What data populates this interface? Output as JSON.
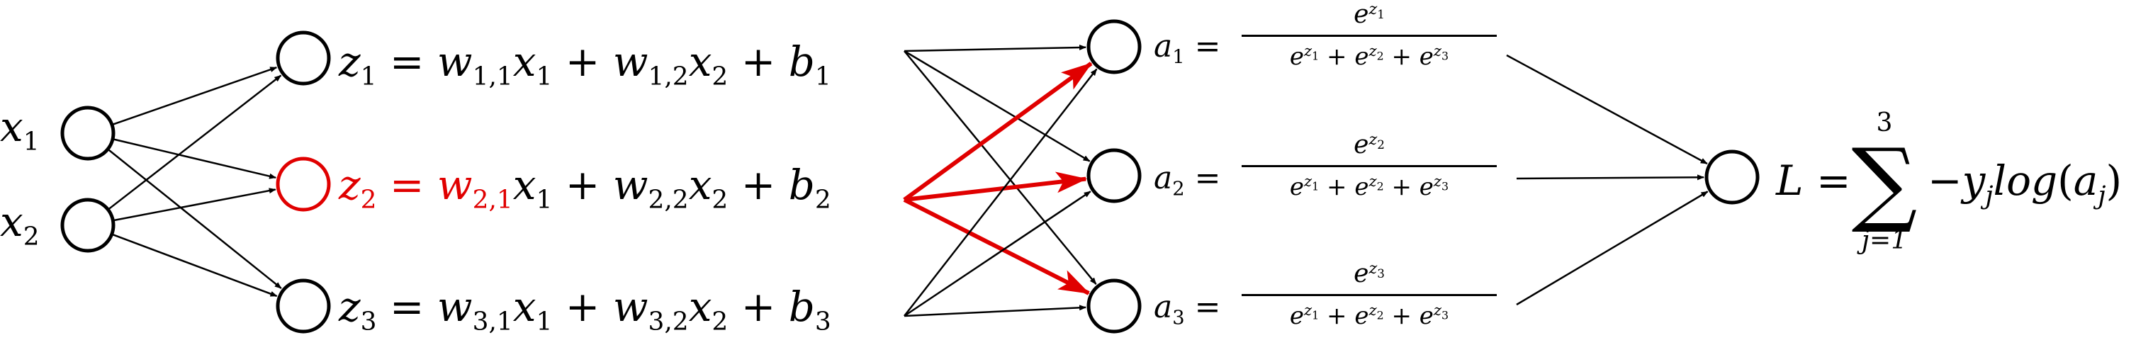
{
  "inputs": [
    {
      "var": "x",
      "sub": "1"
    },
    {
      "var": "x",
      "sub": "2"
    }
  ],
  "hidden": [
    {
      "lhs": {
        "var": "z",
        "sub": "1"
      },
      "terms": [
        {
          "w": "w",
          "wsub": "1,1",
          "x": "x",
          "xsub": "1"
        },
        {
          "w": "w",
          "wsub": "1,2",
          "x": "x",
          "xsub": "2"
        }
      ],
      "bias": {
        "var": "b",
        "sub": "1"
      }
    },
    {
      "lhs": {
        "var": "z",
        "sub": "2"
      },
      "terms": [
        {
          "w": "w",
          "wsub": "2,1",
          "x": "x",
          "xsub": "1"
        },
        {
          "w": "w",
          "wsub": "2,2",
          "x": "x",
          "xsub": "2"
        }
      ],
      "bias": {
        "var": "b",
        "sub": "2"
      }
    },
    {
      "lhs": {
        "var": "z",
        "sub": "3"
      },
      "terms": [
        {
          "w": "w",
          "wsub": "3,1",
          "x": "x",
          "xsub": "1"
        },
        {
          "w": "w",
          "wsub": "3,2",
          "x": "x",
          "xsub": "2"
        }
      ],
      "bias": {
        "var": "b",
        "sub": "3"
      }
    }
  ],
  "outputs": [
    {
      "var": "a",
      "sub": "1",
      "num_exp": "z",
      "num_sub": "1"
    },
    {
      "var": "a",
      "sub": "2",
      "num_exp": "z",
      "num_sub": "2"
    },
    {
      "var": "a",
      "sub": "3",
      "num_exp": "z",
      "num_sub": "3"
    }
  ],
  "softmax_denominator": {
    "base": "e",
    "exps": [
      {
        "v": "z",
        "s": "1"
      },
      {
        "v": "z",
        "s": "2"
      },
      {
        "v": "z",
        "s": "3"
      }
    ]
  },
  "operators": {
    "equals": "=",
    "plus": "+",
    "minus": "−"
  },
  "loss": {
    "lhs": "L",
    "sum_upper": "3",
    "sum_lower": "j=1",
    "sum_symbol": "∑",
    "term": {
      "y": "y",
      "ysub": "j",
      "log": "log",
      "a": "a",
      "asub": "j"
    }
  },
  "colors": {
    "normal": "#000000",
    "highlight": "#e00000"
  }
}
